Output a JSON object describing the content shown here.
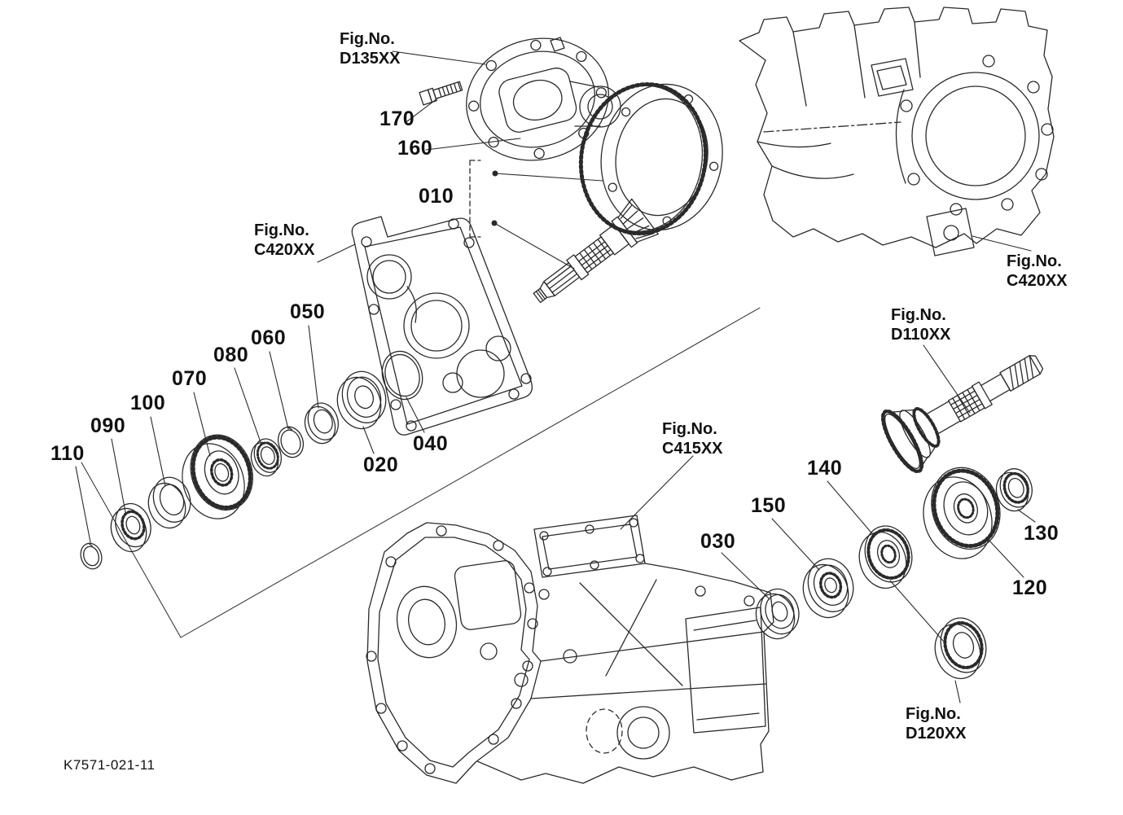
{
  "diagram": {
    "drawing_number": "K7571-021-11",
    "callouts": [
      {
        "text": "170"
      },
      {
        "text": "160"
      },
      {
        "text": "010"
      },
      {
        "text": "050"
      },
      {
        "text": "060"
      },
      {
        "text": "080"
      },
      {
        "text": "070"
      },
      {
        "text": "100"
      },
      {
        "text": "090"
      },
      {
        "text": "110"
      },
      {
        "text": "020"
      },
      {
        "text": "040"
      },
      {
        "text": "030"
      },
      {
        "text": "150"
      },
      {
        "text": "140"
      },
      {
        "text": "130"
      },
      {
        "text": "120"
      }
    ],
    "fig_refs": [
      {
        "label": "Fig.No.",
        "code": "D135XX"
      },
      {
        "label": "Fig.No.",
        "code": "C420XX"
      },
      {
        "label": "Fig.No.",
        "code": "C415XX"
      },
      {
        "label": "Fig.No.",
        "code": "D110XX"
      },
      {
        "label": "Fig.No.",
        "code": "C420XX"
      },
      {
        "label": "Fig.No.",
        "code": "D120XX"
      }
    ],
    "colors": {
      "line": "#2a2a2a",
      "background": "#ffffff",
      "text": "#111111"
    }
  }
}
